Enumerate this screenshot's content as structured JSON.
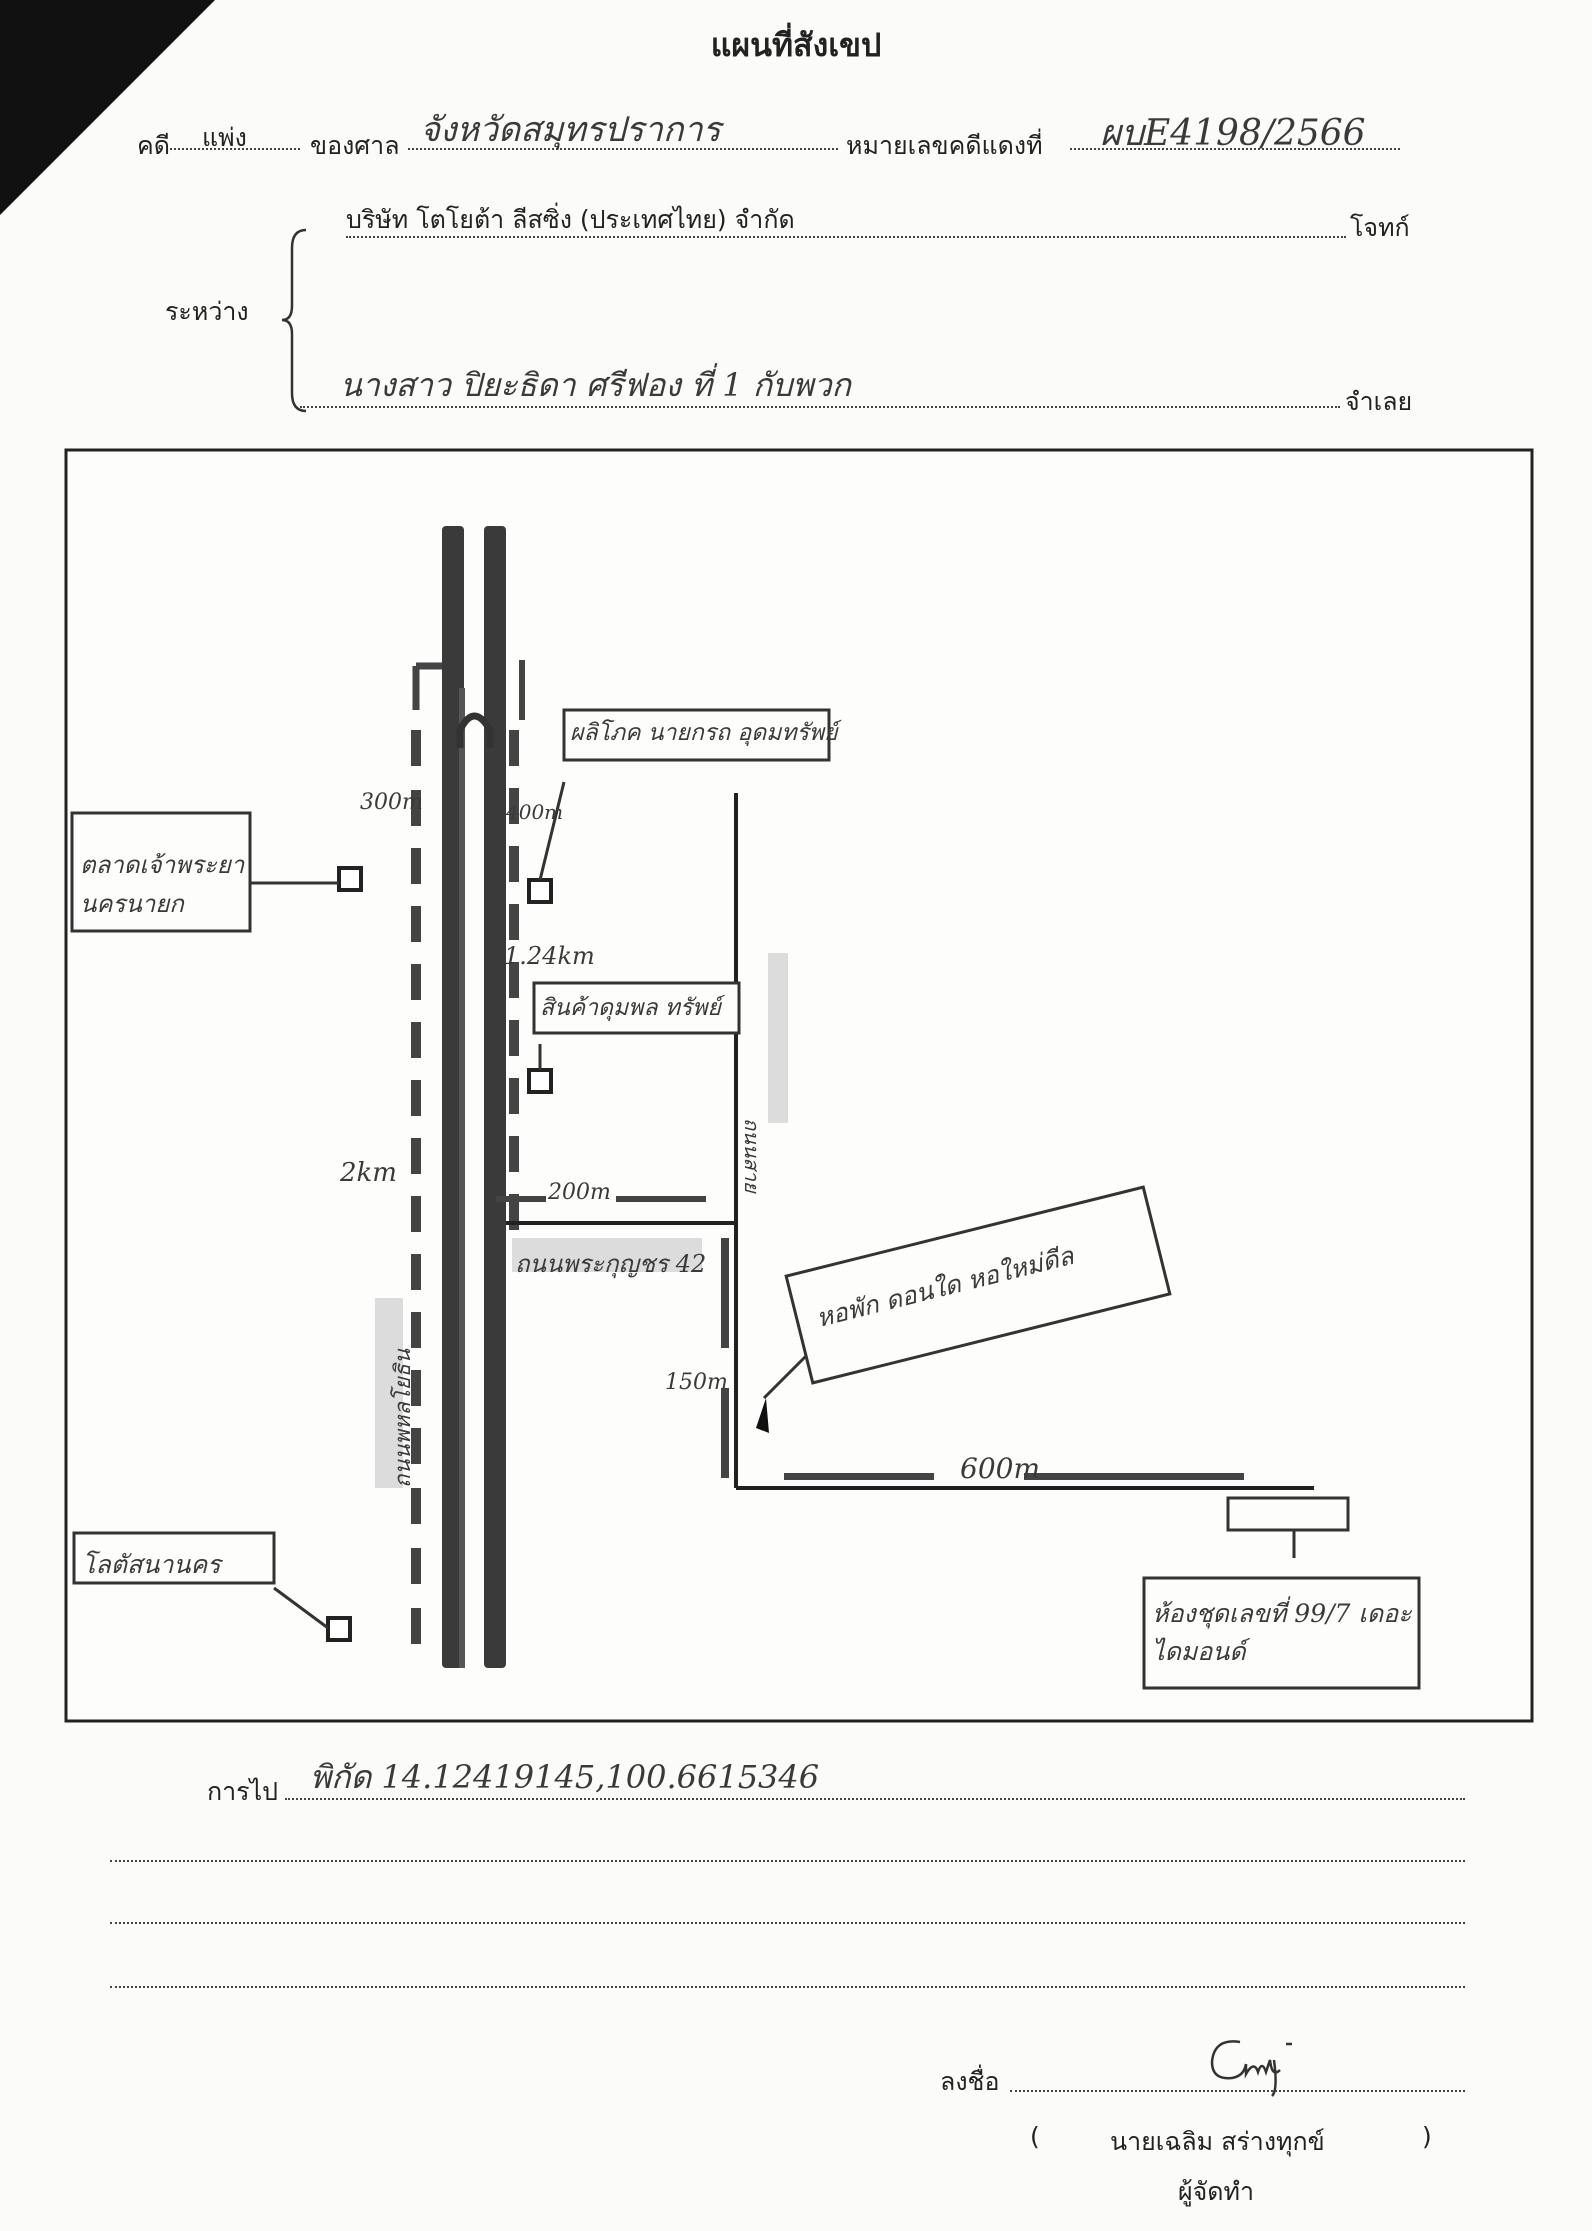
{
  "header": {
    "title": "แผนที่สังเขป"
  },
  "case": {
    "case_label": "คดี",
    "case_type": "แพ่ง",
    "court_label": "ของศาล",
    "court_name": "จังหวัดสมุทรปราการ",
    "red_no_label": "หมายเลขคดีแดงที่",
    "red_no_value": "ผบE4198/2566"
  },
  "parties": {
    "between_label": "ระหว่าง",
    "plaintiff": "บริษัท โตโยต้า ลีสซิ่ง (ประเทศไทย) จำกัด",
    "plaintiff_role": "โจทก์",
    "defendant": "นางสาว ปิยะธิดา   ศรีฟอง   ที่ 1   กับพวก",
    "defendant_role": "จำเลย"
  },
  "map": {
    "box_top_left": "ตลาดเจ้าพระยา นครนายก",
    "box_top_right": "ผลิโภค นายกรถ อุดมทรัพย์",
    "box_middle": "สินค้าดุมพล ทรัพย์",
    "box_left_bottom": "โลตัสนานคร",
    "box_target": "หอพัก  ดอนใด หอใหม่ดีล",
    "box_bottom_right": "ห้องชุดเลขที่ 99/7 เดอะไดมอนด์",
    "dist_300m": "300m",
    "dist_400m": "400m",
    "dist_1_24km": "1.24km",
    "dist_2km": "2km",
    "dist_200m": "200m",
    "dist_150m": "150m",
    "dist_600m": "600m",
    "road_soi": "ถนนพระกุญชร 42",
    "road_main": "ถนนพหลโยธิน",
    "road_side": "ถนนสาย"
  },
  "travel": {
    "label": "การไป",
    "value": "พิกัด 14.12419145,100.6615346"
  },
  "signature": {
    "sign_label": "ลงชื่อ",
    "open_paren": "(",
    "name": "นายเฉลิม  สร่างทุกข์",
    "close_paren": ")",
    "role": "ผู้จัดทำ"
  }
}
